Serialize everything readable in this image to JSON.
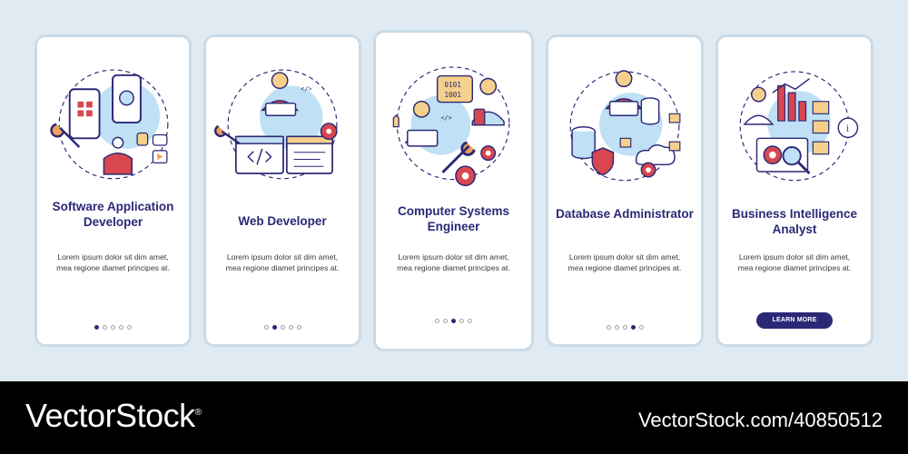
{
  "cards": [
    {
      "title": "Software Application Developer",
      "description": "Lorem ipsum dolor sit dim amet, mea regione diamet principes at.",
      "active_dot": 0
    },
    {
      "title": "Web Developer",
      "description": "Lorem ipsum dolor sit dim amet, mea regione diamet principes at.",
      "active_dot": 1
    },
    {
      "title": "Computer Systems Engineer",
      "description": "Lorem ipsum dolor sit dim amet, mea regione diamet principes at.",
      "active_dot": 2
    },
    {
      "title": "Database Administrator",
      "description": "Lorem ipsum dolor sit dim amet, mea regione diamet principes at.",
      "active_dot": 3
    },
    {
      "title": "Business Intelligence Analyst",
      "description": "Lorem ipsum dolor sit dim amet, mea regione diamet principes at.",
      "button_label": "LEARN MORE"
    }
  ],
  "illustration_text": {
    "binary_top": "0101",
    "binary_bottom": "1001",
    "code_symbol": "</>",
    "info_symbol": "i"
  },
  "footer": {
    "brand": "VectorStock",
    "registered_mark": "®",
    "image_id": "VectorStock.com/40850512"
  },
  "colors": {
    "accent": "#2b2876",
    "highlight": "#bfe0f5",
    "orange": "#f0a05b",
    "red": "#d8474f",
    "yellow": "#f5d08a",
    "background": "#dfeaf3"
  }
}
